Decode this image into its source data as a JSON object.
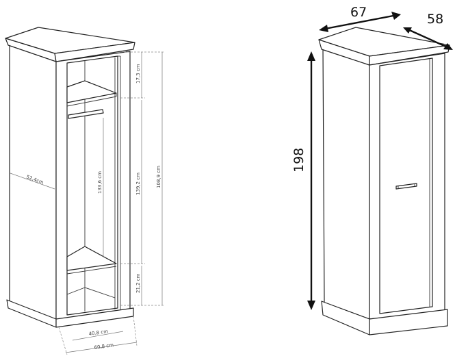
{
  "left_drawing": {
    "dimensions": {
      "top_compartment": "17,3 cm",
      "middle_compartment": "139,2 cm",
      "interior_height": "108,9 cm",
      "hanging_height": "133,6 cm",
      "depth": "52,4cm",
      "bottom_compartment": "21,2 cm",
      "inner_width": "40,8 cm",
      "outer_width": "60,8 cm"
    }
  },
  "right_drawing": {
    "dimensions": {
      "width": "67",
      "depth": "58",
      "height": "198"
    }
  }
}
